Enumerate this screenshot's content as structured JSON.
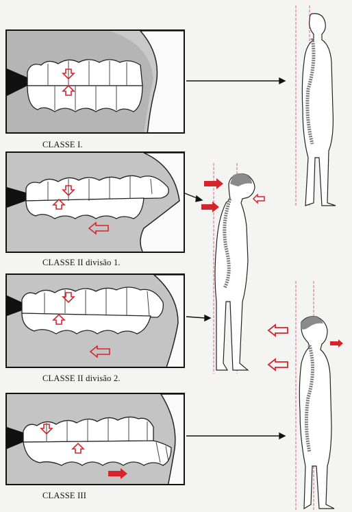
{
  "captions": {
    "classe1": "CLASSE I.",
    "classe2d1": "CLASSE II divisão 1.",
    "classe2d2": "CLASSE II divisão 2.",
    "classe3": "CLASSE III"
  },
  "colors": {
    "arrow_red": "#d4252c",
    "guide_line": "#e0607a",
    "gum_gray": "#9e9e9e",
    "tooth_white": "#ffffff",
    "head_gray": "#8a8a8a"
  },
  "icons": [
    "teeth-occlusion-icon",
    "human-posture-silhouette-icon",
    "red-arrow-icon",
    "spine-icon"
  ]
}
